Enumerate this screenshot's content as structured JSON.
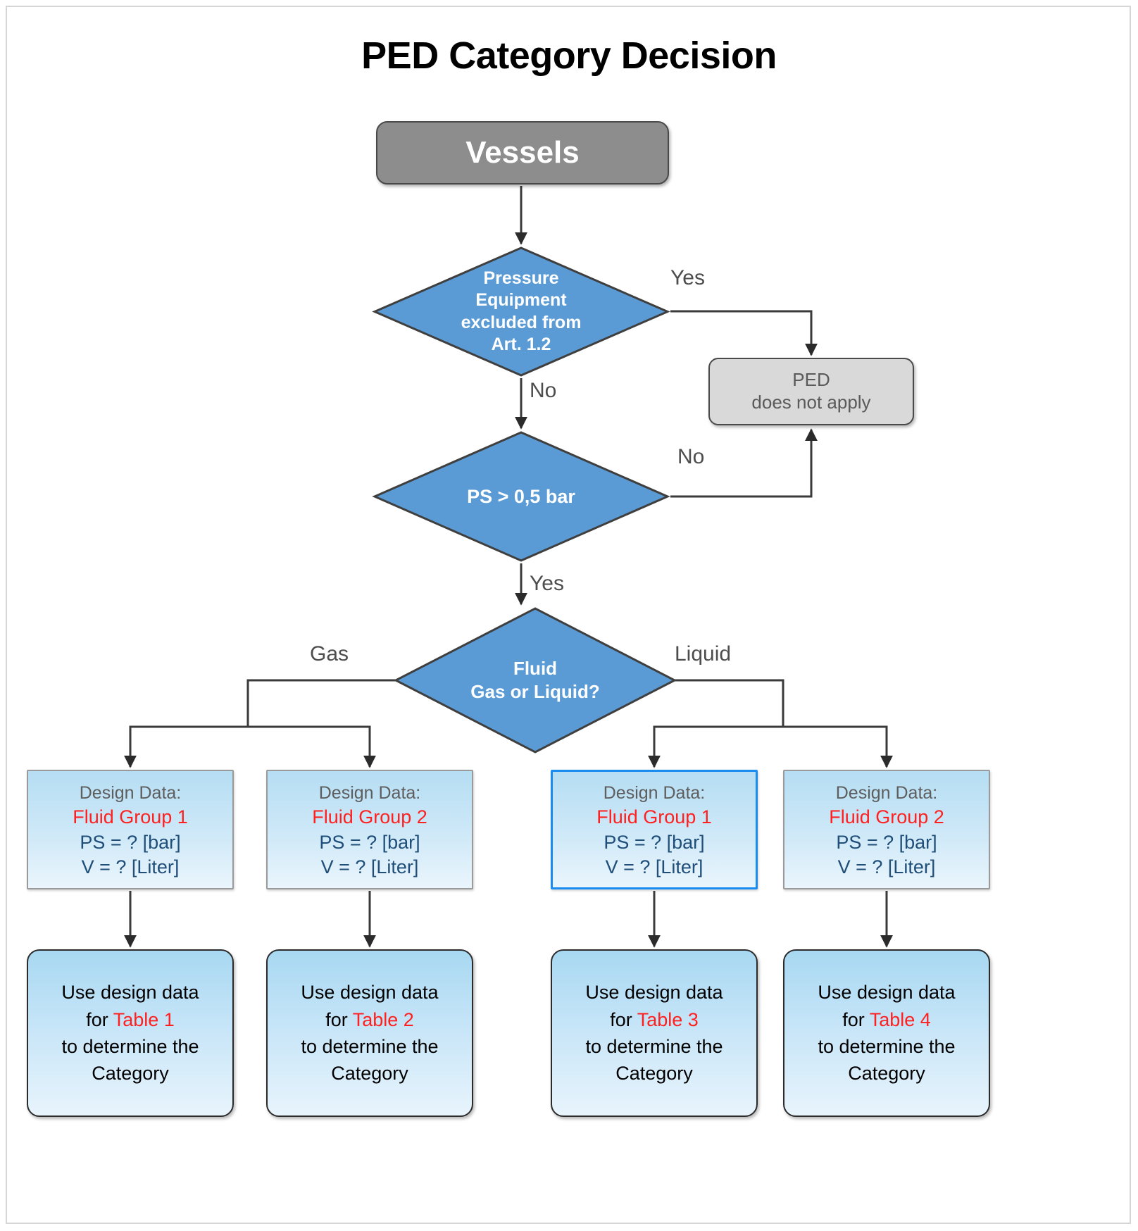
{
  "page": {
    "title": "PED Category Decision"
  },
  "colors": {
    "diamond_fill": "#5b9bd5",
    "diamond_stroke": "#3f3f3f",
    "start_fill": "#8d8d8d",
    "terminal_fill": "#d9d9d9",
    "data_box_fill": "#c4e3f6",
    "result_box_fill": "#bde0f5",
    "accent_red": "#ff2020",
    "accent_blue_text": "#1f4e79",
    "selected_border": "#1a8cf0",
    "edge_stroke": "#3a3a3a"
  },
  "nodes": {
    "start": {
      "label": "Vessels"
    },
    "decision_excluded": {
      "lines": [
        "Pressure",
        "Equipment",
        "excluded from",
        "Art. 1.2"
      ]
    },
    "decision_ps": {
      "lines": [
        "PS  >  0,5 bar"
      ]
    },
    "decision_fluid": {
      "lines": [
        "Fluid",
        "Gas or Liquid?"
      ]
    },
    "ped_not_apply": {
      "lines": [
        "PED",
        "does not apply"
      ]
    }
  },
  "edge_labels": {
    "excluded_yes": "Yes",
    "excluded_no": "No",
    "ps_no": "No",
    "ps_yes": "Yes",
    "fluid_gas": "Gas",
    "fluid_liquid": "Liquid"
  },
  "design_data": [
    {
      "header": "Design Data:",
      "fluid_group": "Fluid Group 1",
      "ps": "PS =  ?  [bar]",
      "volume": "V =  ?  [Liter]",
      "selected": false
    },
    {
      "header": "Design Data:",
      "fluid_group": "Fluid Group 2",
      "ps": "PS =  ?  [bar]",
      "volume": "V =  ?  [Liter]",
      "selected": false
    },
    {
      "header": "Design Data:",
      "fluid_group": "Fluid Group 1",
      "ps": "PS =  ?  [bar]",
      "volume": "V =  ?  [Liter]",
      "selected": true
    },
    {
      "header": "Design Data:",
      "fluid_group": "Fluid Group 2",
      "ps": "PS =  ?  [bar]",
      "volume": "V =  ?  [Liter]",
      "selected": false
    }
  ],
  "results": [
    {
      "line1": "Use design data",
      "for_prefix": "for ",
      "table": "Table 1",
      "line3": "to determine the",
      "line4": "Category"
    },
    {
      "line1": "Use design data",
      "for_prefix": "for ",
      "table": "Table 2",
      "line3": "to determine the",
      "line4": "Category"
    },
    {
      "line1": "Use design data",
      "for_prefix": "for ",
      "table": "Table 3",
      "line3": "to determine the",
      "line4": "Category"
    },
    {
      "line1": "Use design data",
      "for_prefix": "for ",
      "table": "Table 4",
      "line3": "to determine the",
      "line4": "Category"
    }
  ],
  "chart_data": {
    "type": "table",
    "title": "PED Category Decision",
    "flow": [
      {
        "from": "Vessels",
        "to": "Pressure Equipment excluded from Art. 1.2",
        "label": ""
      },
      {
        "from": "Pressure Equipment excluded from Art. 1.2",
        "to": "PED does not apply",
        "label": "Yes"
      },
      {
        "from": "Pressure Equipment excluded from Art. 1.2",
        "to": "PS > 0,5 bar",
        "label": "No"
      },
      {
        "from": "PS > 0,5 bar",
        "to": "PED does not apply",
        "label": "No"
      },
      {
        "from": "PS > 0,5 bar",
        "to": "Fluid Gas or Liquid?",
        "label": "Yes"
      },
      {
        "from": "Fluid Gas or Liquid?",
        "to": "Design Data: Fluid Group 1 (Gas)",
        "label": "Gas"
      },
      {
        "from": "Fluid Gas or Liquid?",
        "to": "Design Data: Fluid Group 2 (Gas)",
        "label": "Gas"
      },
      {
        "from": "Fluid Gas or Liquid?",
        "to": "Design Data: Fluid Group 1 (Liquid)",
        "label": "Liquid"
      },
      {
        "from": "Fluid Gas or Liquid?",
        "to": "Design Data: Fluid Group 2 (Liquid)",
        "label": "Liquid"
      },
      {
        "from": "Design Data: Fluid Group 1 (Gas)",
        "to": "Use design data for Table 1 to determine the Category",
        "label": ""
      },
      {
        "from": "Design Data: Fluid Group 2 (Gas)",
        "to": "Use design data for Table 2 to determine the Category",
        "label": ""
      },
      {
        "from": "Design Data: Fluid Group 1 (Liquid)",
        "to": "Use design data for Table 3 to determine the Category",
        "label": ""
      },
      {
        "from": "Design Data: Fluid Group 2 (Liquid)",
        "to": "Use design data for Table 4 to determine the Category",
        "label": ""
      }
    ]
  }
}
